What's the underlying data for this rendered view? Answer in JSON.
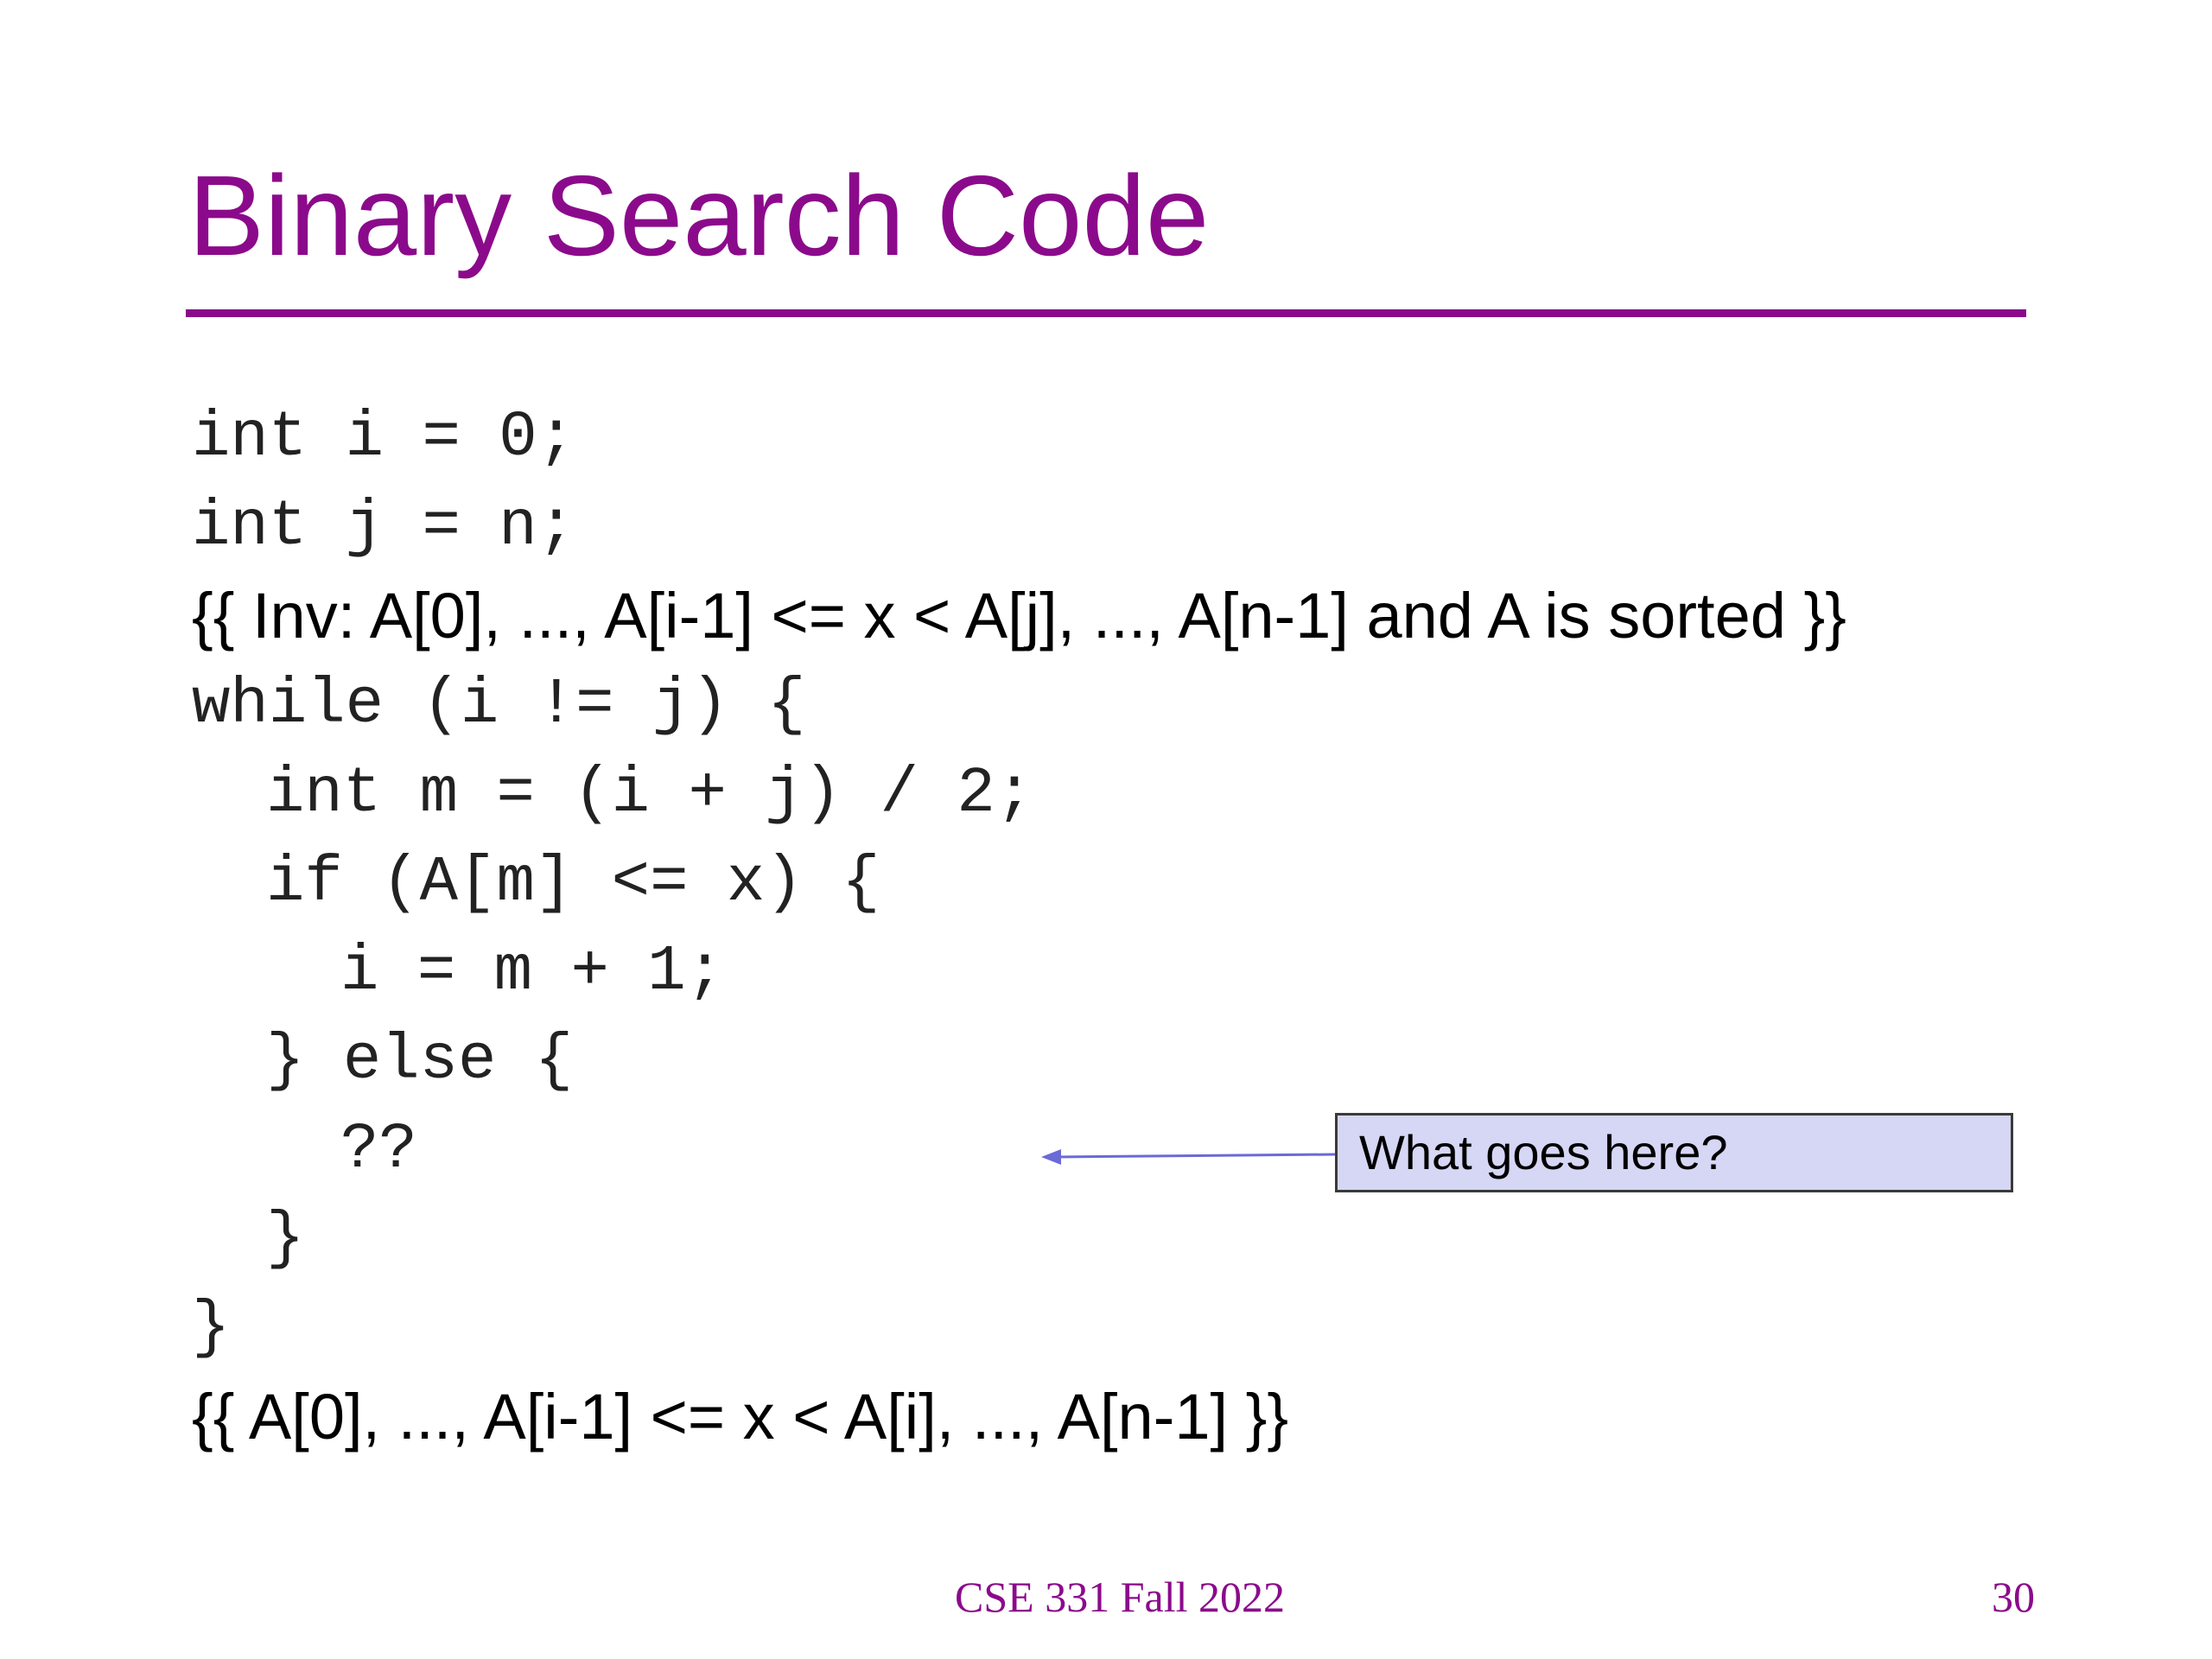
{
  "slide": {
    "title": "Binary Search Code",
    "code_lines": [
      "int i = 0;",
      "int j = n;",
      "{{ Inv: A[0], ..., A[i-1] <= x < A[j], ..., A[n-1] and A is sorted }}",
      "while (i != j) {",
      "int m = (i + j) / 2;",
      "if (A[m] <= x) {",
      "i = m + 1;",
      "} else {",
      "??",
      "}",
      "}",
      "{{ A[0], ..., A[i-1] <= x < A[i], ..., A[n-1] }}"
    ],
    "callout": "What goes here?",
    "footer": {
      "course": "CSE 331 Fall 2022",
      "page_number": "30"
    },
    "colors": {
      "title": "#8b0a8b",
      "callout_fill": "#d6d6f5",
      "arrow": "#6a6ad8"
    }
  }
}
